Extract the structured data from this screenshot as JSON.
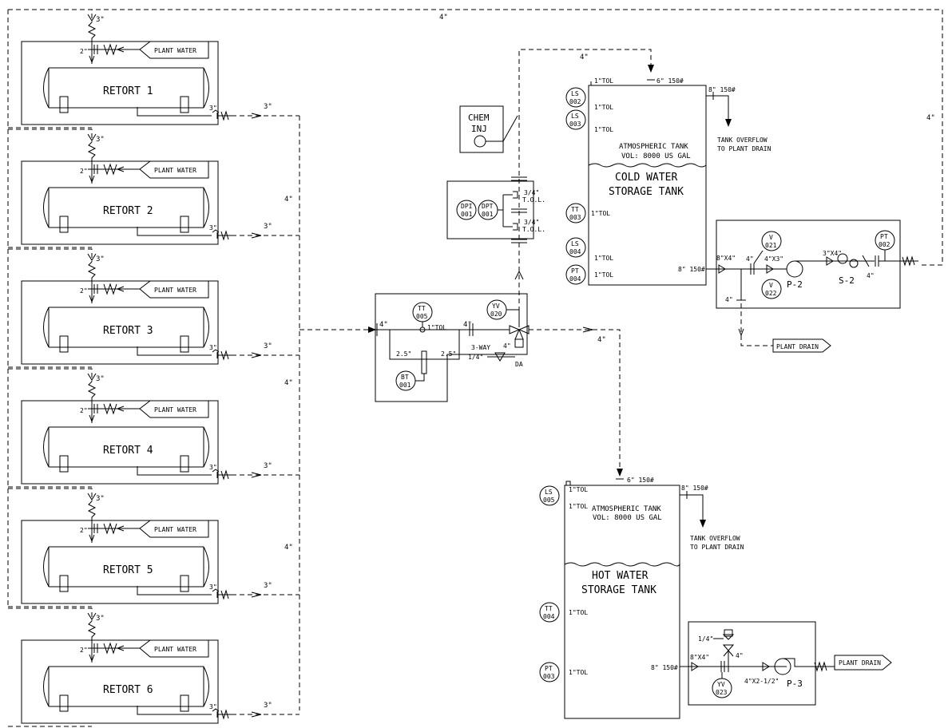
{
  "retort": {
    "names": [
      "RETORT 1",
      "RETORT 2",
      "RETORT 3",
      "RETORT 4",
      "RETORT 5",
      "RETORT 6"
    ],
    "plant_water": "PLANT WATER",
    "inlet_size": "3\"",
    "water_size": "2\"",
    "outlet_size": "3\""
  },
  "headers": {
    "top_line": "4\"",
    "return_line": "4\"",
    "to_cold": "4\"",
    "to_hot": "4\"",
    "from_loop": "4\""
  },
  "chem": {
    "title1": "CHEM",
    "title2": "INJ"
  },
  "dp": {
    "dpi_tag": "DPI",
    "dpi_num": "001",
    "dpt_tag": "DPT",
    "dpt_num": "001",
    "tol_top": "3/4\"",
    "tol_top2": "T.O.L.",
    "tol_bot": "3/4\"",
    "tol_bot2": "T.O.L."
  },
  "mix": {
    "tt_tag": "TT",
    "tt_num": "005",
    "bt_tag": "BT",
    "bt_num": "001",
    "yv_tag": "YV",
    "yv_num": "020",
    "tol": "1\"TOL",
    "in_size": "4\"",
    "mid_size": "4\"",
    "bypass_left": "2.5\"",
    "bypass_right": "2.5\"",
    "three_way": "3-WAY",
    "air": "1/4\"",
    "valve_size": "4\"",
    "da": "DA"
  },
  "cold_tank": {
    "type": "ATMOSPHERIC TANK",
    "vol": "VOL: 8000 US GAL",
    "name1": "COLD WATER",
    "name2": "STORAGE TANK",
    "top_tol": "1\"TOL",
    "inlet": "6\" 150#",
    "overflow": "8\" 150#",
    "overflow_note1": "TANK OVERFLOW",
    "overflow_note2": "TO PLANT DRAIN",
    "outlet": "8\" 150#",
    "ls002_tag": "LS",
    "ls002_num": "002",
    "ls002_tol": "1\"TOL",
    "ls003_tag": "LS",
    "ls003_num": "003",
    "ls003_tol": "1\"TOL",
    "tt003_tag": "TT",
    "tt003_num": "003",
    "tt003_tol": "1\"TOL",
    "ls004_tag": "LS",
    "ls004_num": "004",
    "ls004_tol": "1\"TOL",
    "pt004_tag": "PT",
    "pt004_num": "004",
    "pt004_tol": "1\"TOL"
  },
  "cold_pump": {
    "reducer": "8\"X4\"",
    "size1": "4\"",
    "reducer2": "4\"X3\"",
    "reducer3": "3\"X4\"",
    "size2": "4\"",
    "drain_size": "4\"",
    "pump": "P-2",
    "strainer": "S-2",
    "v021_tag": "V",
    "v021_num": "021",
    "v022_tag": "V",
    "v022_num": "022",
    "pt002_tag": "PT",
    "pt002_num": "002",
    "plant_drain": "PLANT DRAIN",
    "return_size": "4\""
  },
  "hot_tank": {
    "type": "ATMOSPHERIC TANK",
    "vol": "VOL: 8000 US GAL",
    "name1": "HOT WATER",
    "name2": "STORAGE TANK",
    "top_tol": "1\"TOL",
    "inlet": "6\" 150#",
    "overflow": "8\" 150#",
    "overflow_note1": "TANK OVERFLOW",
    "overflow_note2": "TO PLANT DRAIN",
    "outlet": "8\" 150#",
    "ls005_tag": "LS",
    "ls005_num": "005",
    "ls005_tol": "1\"TOL",
    "tt004_tag": "TT",
    "tt004_num": "004",
    "tt004_tol": "1\"TOL",
    "pt003_tag": "PT",
    "pt003_num": "003",
    "pt003_tol": "1\"TOL"
  },
  "hot_pump": {
    "reducer": "8\"X4\"",
    "size1": "4\"",
    "reducer2": "4\"X2-1/2\"",
    "air": "1/4\"",
    "pump": "P-3",
    "yv023_tag": "YV",
    "yv023_num": "023",
    "plant_drain": "PLANT DRAIN"
  }
}
